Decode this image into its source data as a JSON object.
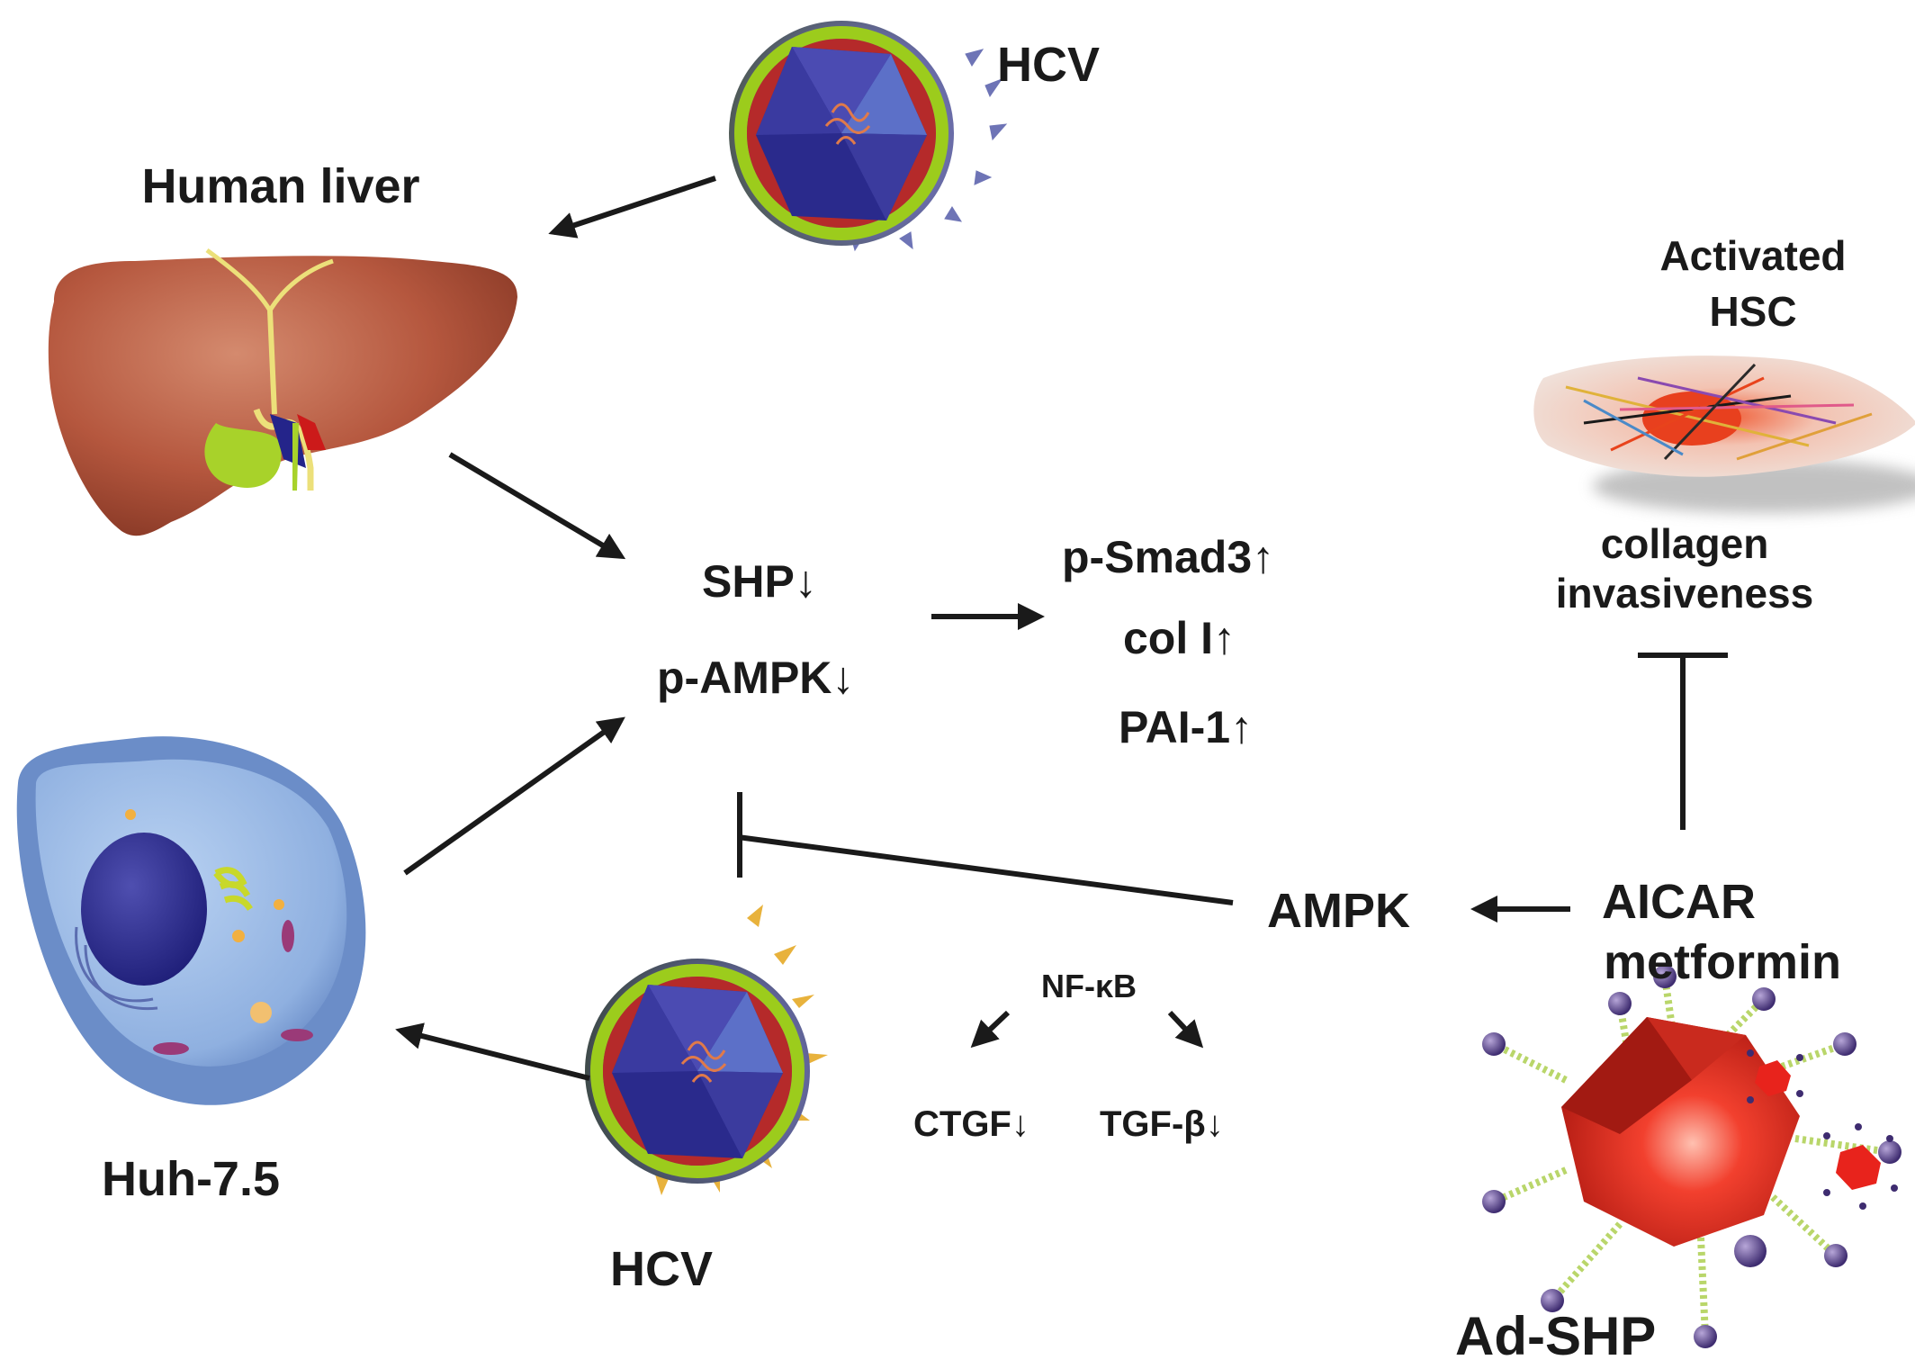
{
  "labels": {
    "hcv_top": "HCV",
    "human_liver": "Human liver",
    "activated_hsc_line1": "Activated",
    "activated_hsc_line2": "HSC",
    "collagen": "collagen",
    "invasiveness": "invasiveness",
    "shp": "SHP",
    "p_ampk": "p-AMPK",
    "p_smad3": "p-Smad3",
    "col_i": "col I",
    "pai1": "PAI-1",
    "ampk": "AMPK",
    "aicar": "AICAR",
    "metformin": "metformin",
    "nfkb": "NF-κB",
    "ctgf": "CTGF",
    "tgfb": "TGF-β",
    "hcv_bottom": "HCV",
    "huh75": "Huh-7.5",
    "ad_shp": "Ad-SHP"
  },
  "arrows": {
    "down": "↓",
    "up": "↑"
  },
  "colors": {
    "ink": "#1a1a1a",
    "liver": "#b5573e",
    "virus_shell": "#9ccc1c",
    "capsid": "#2a2a8c",
    "cell": "#8fb0e0",
    "adeno": "#e8231c"
  },
  "icons": {
    "hcv_virus": "hcv-virus-icon",
    "liver": "liver-icon",
    "hepatocyte": "hepatocyte-cell-icon",
    "stellate_cell": "stellate-cell-icon",
    "adenovirus": "adenovirus-icon"
  }
}
